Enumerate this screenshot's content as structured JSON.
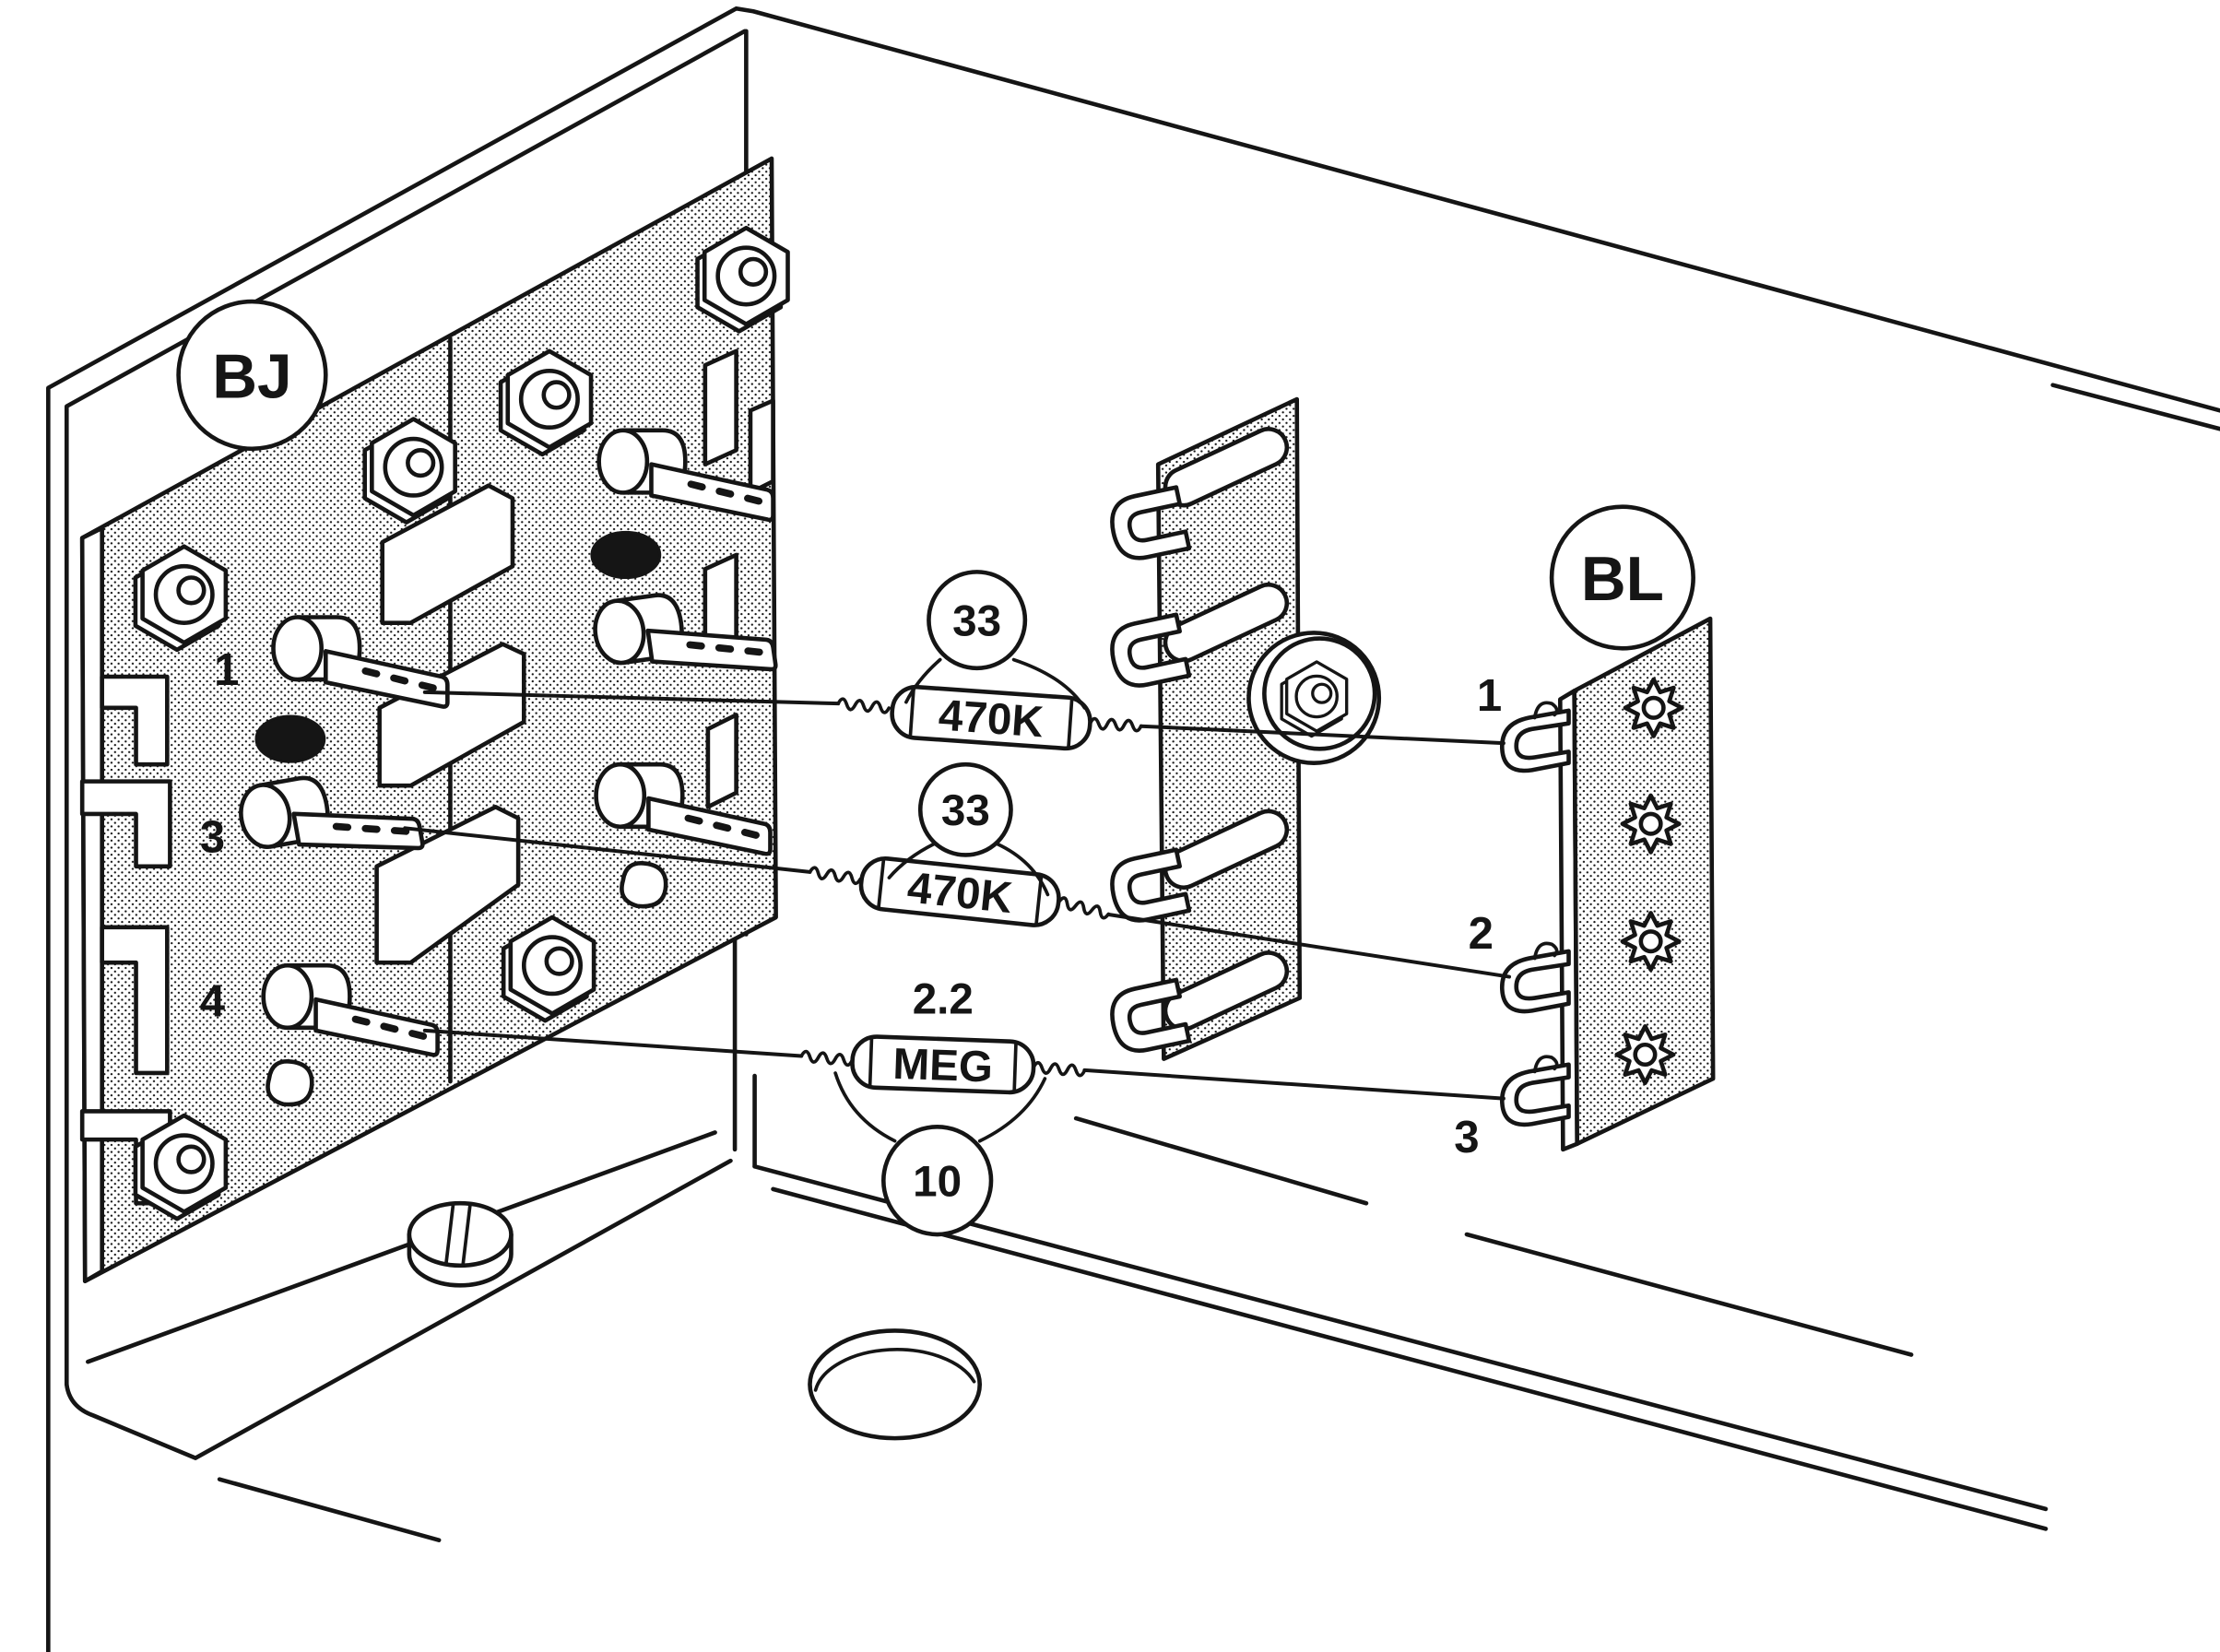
{
  "colors": {
    "ink": "#151515",
    "paper": "#ffffff"
  },
  "terminal_strips": {
    "bj": {
      "label": "BJ",
      "lugs": [
        "1",
        "3",
        "4"
      ]
    },
    "bl": {
      "label": "BL",
      "lugs": [
        "1",
        "2",
        "3"
      ]
    }
  },
  "resistors": [
    {
      "value": "470K",
      "callout": "33"
    },
    {
      "value": "470K",
      "callout": "33"
    },
    {
      "value_upper": "2.2",
      "value": "MEG",
      "callout": "10"
    }
  ]
}
